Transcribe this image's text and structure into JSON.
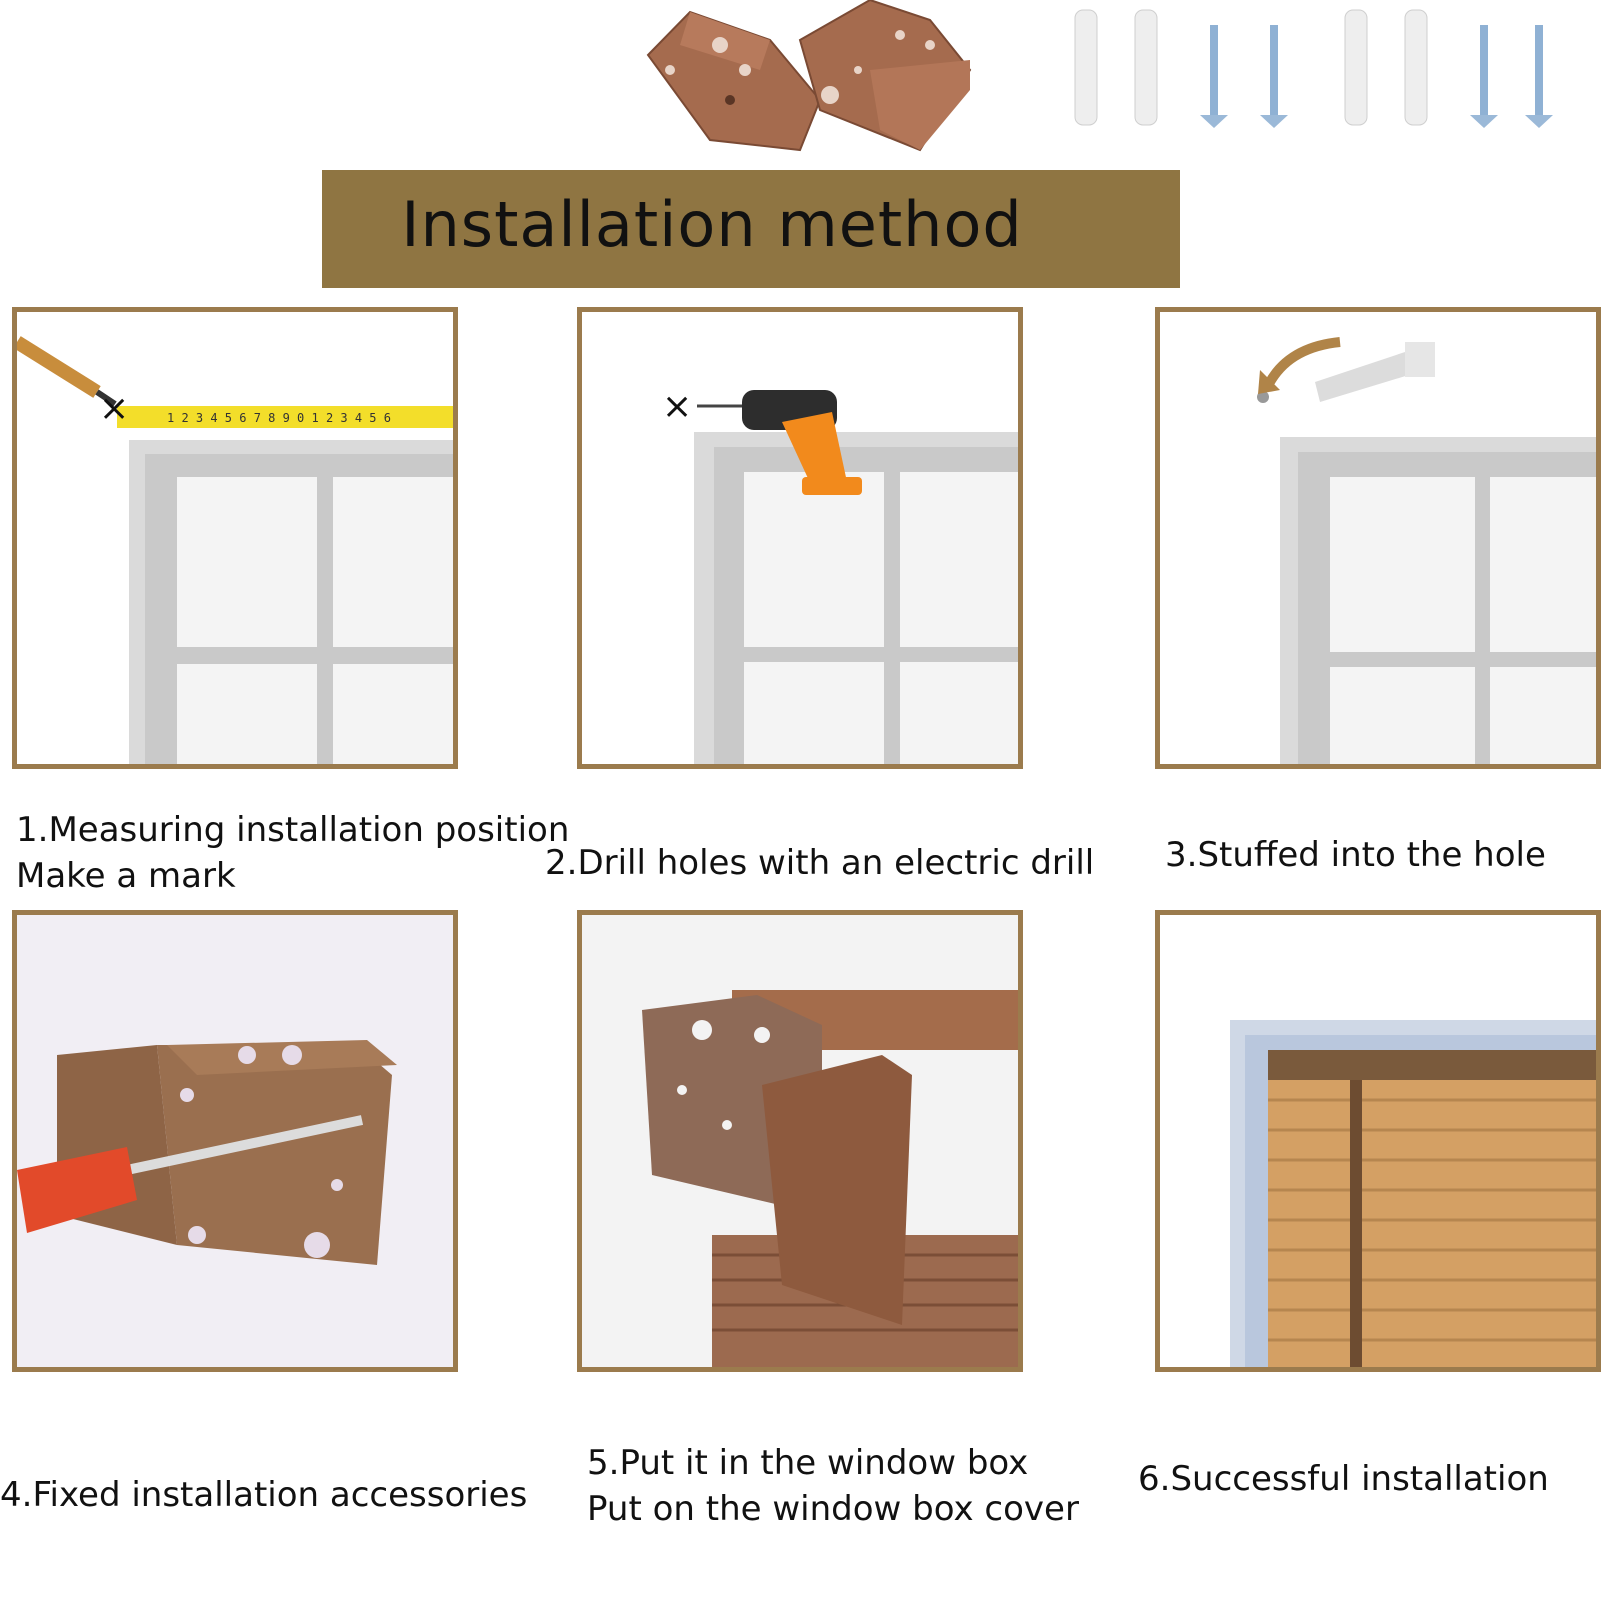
{
  "title": "Installation method",
  "steps": [
    {
      "line1": "1.Measuring installation position",
      "line2": "Make a mark"
    },
    {
      "line1": "2.Drill holes with an electric drill"
    },
    {
      "line1": "3.Stuffed into the hole"
    },
    {
      "line1": "4.Fixed installation accessories"
    },
    {
      "line1": "5.Put it in the window box",
      "line2": "Put on the window box cover"
    },
    {
      "line1": "6.Successful installation"
    }
  ],
  "colors": {
    "banner": "#8f7542",
    "panel_border": "#9b7b4d",
    "bracket": "#a56b4e",
    "bracket_brown": "#8e6446",
    "tape_yellow": "#f3de2a",
    "drill_orange": "#f28a1c",
    "wood_blind": "#d4a064"
  },
  "icons": [
    "bracket-icon",
    "wall-anchor-icon",
    "screw-icon",
    "tape-measure-icon",
    "pencil-icon",
    "electric-drill-icon",
    "curved-arrow-icon",
    "screwdriver-icon",
    "window-frame-icon",
    "wood-blind-icon"
  ]
}
